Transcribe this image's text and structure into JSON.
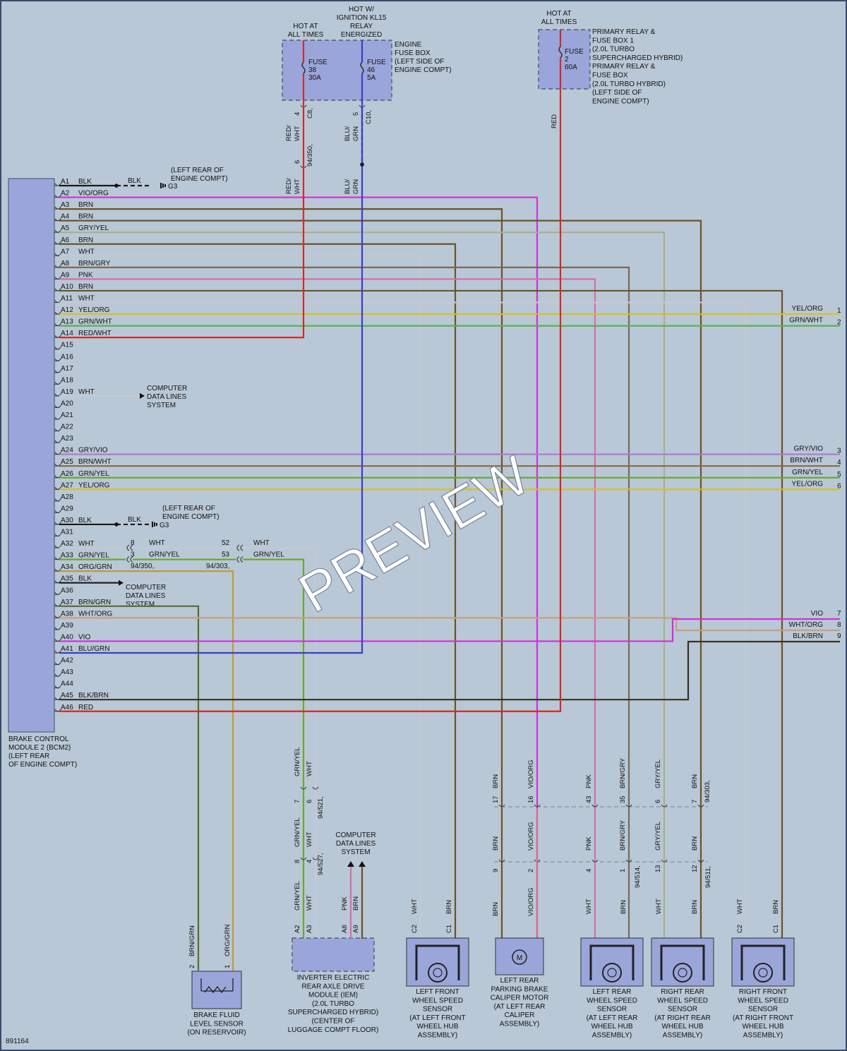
{
  "diagram_id": "891164",
  "watermark": "PREVIEW",
  "colors": {
    "BRN": "#6b5326",
    "BLK": "#1a1a1a",
    "RED": "#d42828",
    "WHT": "#c4c9d0",
    "PNK": "#d070a8",
    "VIO": "#d030d8",
    "GRYVIO": "#b07ad0",
    "BLUGRN": "#3d3dc8",
    "YELORG": "#d8c020",
    "GRNWHT": "#58b050",
    "GRNYEL": "#6aa832",
    "BRNWHT": "#8a6a40",
    "GRYYEL": "#a8b088",
    "WHTORG": "#c8a080",
    "BLKBRN": "#3a3020",
    "ORGGRN": "#c09a3a",
    "BRNGRN": "#5a6a2a",
    "VIOORG": "#d86a90",
    "BRNGRY": "#7a6a5a",
    "REDWHT": "#d44a4a"
  },
  "power": {
    "engine_box": {
      "hot_all_times": "HOT AT ALL TIMES",
      "hot_ign": [
        "HOT W/",
        "IGNITION KL15",
        "RELAY",
        "ENERGIZED"
      ],
      "fuse38": [
        "FUSE",
        "38",
        "30A"
      ],
      "fuse46": [
        "FUSE",
        "46",
        "5A"
      ],
      "label": [
        "ENGINE",
        "FUSE BOX",
        "(LEFT SIDE OF",
        "ENGINE COMPT)"
      ],
      "pin_c8": "4",
      "conn_c8": "C8,",
      "pin_c10": "5",
      "conn_c10": "C10,",
      "wire_redwht": [
        "RED/",
        "WHT"
      ],
      "wire_blugrn": [
        "BLU/",
        "GRN"
      ],
      "pin_94350": "6",
      "conn_94350": "94/350,"
    },
    "primary_box": {
      "hot_all_times": "HOT AT ALL TIMES",
      "fuse2": [
        "FUSE",
        "2",
        "60A"
      ],
      "label": [
        "PRIMARY RELAY &",
        "FUSE BOX 1",
        "(2.0L TURBO",
        "SUPERCHARGED HYBRID)",
        "PRIMARY RELAY &",
        "FUSE BOX",
        "(2.0L TURBO HYBRID)",
        "(LEFT SIDE OF",
        "ENGINE COMPT)"
      ],
      "wire_red": "RED"
    }
  },
  "bcm": {
    "label": [
      "BRAKE CONTROL",
      "MODULE 2 (BCM2)",
      "(LEFT REAR",
      "OF ENGINE COMPT)"
    ],
    "pins": [
      {
        "pin": "A1",
        "wire": "BLK"
      },
      {
        "pin": "A2",
        "wire": "VIO/ORG"
      },
      {
        "pin": "A3",
        "wire": "BRN"
      },
      {
        "pin": "A4",
        "wire": "BRN"
      },
      {
        "pin": "A5",
        "wire": "GRY/YEL"
      },
      {
        "pin": "A6",
        "wire": "BRN"
      },
      {
        "pin": "A7",
        "wire": "WHT"
      },
      {
        "pin": "A8",
        "wire": "BRN/GRY"
      },
      {
        "pin": "A9",
        "wire": "PNK"
      },
      {
        "pin": "A10",
        "wire": "BRN"
      },
      {
        "pin": "A11",
        "wire": "WHT"
      },
      {
        "pin": "A12",
        "wire": "YEL/ORG"
      },
      {
        "pin": "A13",
        "wire": "GRN/WHT"
      },
      {
        "pin": "A14",
        "wire": "RED/WHT"
      },
      {
        "pin": "A15",
        "wire": ""
      },
      {
        "pin": "A16",
        "wire": ""
      },
      {
        "pin": "A17",
        "wire": ""
      },
      {
        "pin": "A18",
        "wire": ""
      },
      {
        "pin": "A19",
        "wire": "WHT"
      },
      {
        "pin": "A20",
        "wire": ""
      },
      {
        "pin": "A21",
        "wire": ""
      },
      {
        "pin": "A22",
        "wire": ""
      },
      {
        "pin": "A23",
        "wire": ""
      },
      {
        "pin": "A24",
        "wire": "GRY/VIO"
      },
      {
        "pin": "A25",
        "wire": "BRN/WHT"
      },
      {
        "pin": "A26",
        "wire": "GRN/YEL"
      },
      {
        "pin": "A27",
        "wire": "YEL/ORG"
      },
      {
        "pin": "A28",
        "wire": ""
      },
      {
        "pin": "A29",
        "wire": ""
      },
      {
        "pin": "A30",
        "wire": "BLK"
      },
      {
        "pin": "A31",
        "wire": ""
      },
      {
        "pin": "A32",
        "wire": "WHT"
      },
      {
        "pin": "A33",
        "wire": "GRN/YEL"
      },
      {
        "pin": "A34",
        "wire": "ORG/GRN"
      },
      {
        "pin": "A35",
        "wire": "BLK"
      },
      {
        "pin": "A36",
        "wire": ""
      },
      {
        "pin": "A37",
        "wire": "BRN/GRN"
      },
      {
        "pin": "A38",
        "wire": "WHT/ORG"
      },
      {
        "pin": "A39",
        "wire": ""
      },
      {
        "pin": "A40",
        "wire": "VIO"
      },
      {
        "pin": "A41",
        "wire": "BLU/GRN"
      },
      {
        "pin": "A42",
        "wire": ""
      },
      {
        "pin": "A43",
        "wire": ""
      },
      {
        "pin": "A44",
        "wire": ""
      },
      {
        "pin": "A45",
        "wire": "BLK/BRN"
      },
      {
        "pin": "A46",
        "wire": "RED"
      }
    ]
  },
  "ground": {
    "wire": "BLK",
    "name": "G3",
    "label": [
      "(LEFT REAR OF",
      "ENGINE COMPT)"
    ]
  },
  "data_lines": [
    "COMPUTER",
    "DATA LINES",
    "SYSTEM"
  ],
  "offpage": [
    {
      "wire": "YEL/ORG",
      "num": "1"
    },
    {
      "wire": "GRN/WHT",
      "num": "2"
    },
    {
      "wire": "GRY/VIO",
      "num": "3"
    },
    {
      "wire": "BRN/WHT",
      "num": "4"
    },
    {
      "wire": "GRN/YEL",
      "num": "5"
    },
    {
      "wire": "YEL/ORG",
      "num": "6"
    },
    {
      "wire": "VIO",
      "num": "7"
    },
    {
      "wire": "WHT/ORG",
      "num": "8"
    },
    {
      "wire": "BLK/BRN",
      "num": "9"
    }
  ],
  "inline": {
    "a32_pin1": "8",
    "a33_pin1": "3",
    "a32_pin2": "52",
    "a33_pin2": "53",
    "a32_wire": "WHT",
    "a33_wire": "GRN/YEL",
    "conn1": "94/350,",
    "conn2": "94/303,"
  },
  "mid_connectors": {
    "row1": [
      {
        "pin": "7",
        "wire": "GRN/YEL"
      },
      {
        "pin": "6",
        "wire": "WHT"
      }
    ],
    "row1_conn": "94/521,",
    "row2": [
      {
        "pin": "8",
        "wire": "GRN/YEL"
      },
      {
        "pin": "4",
        "wire": "WHT"
      }
    ],
    "row2_conn": "94/527,",
    "row3": [
      {
        "pin": "17",
        "wire": "BRN"
      },
      {
        "pin": "16",
        "wire": "VIO/ORG"
      },
      {
        "pin": "43",
        "wire": "PNK"
      },
      {
        "pin": "35",
        "wire": "BRN/GRY"
      },
      {
        "pin": "6",
        "wire": "GRY/YEL"
      },
      {
        "pin": "7",
        "wire": "BRN"
      }
    ],
    "row3_conn": "94/303,",
    "row4": [
      {
        "pin": "9",
        "wire": "BRN"
      },
      {
        "pin": "2",
        "wire": "VIO/ORG"
      },
      {
        "pin": "4",
        "wire": "PNK"
      },
      {
        "pin": "1",
        "wire": "BRN/GRY"
      },
      {
        "pin": "13",
        "wire": "GRY/YEL"
      },
      {
        "pin": "12",
        "wire": "BRN"
      }
    ],
    "row4_conn_a": "94/514,",
    "row4_conn_b": "94/511,"
  },
  "components": {
    "brake_fluid": {
      "label": [
        "BRAKE FLUID",
        "LEVEL SENSOR",
        "(ON RESERVOIR)"
      ],
      "pins": [
        {
          "pin": "2",
          "wire": "BRN/GRN"
        },
        {
          "pin": "1",
          "wire": "ORG/GRN"
        }
      ]
    },
    "iem": {
      "label": [
        "INVERTER ELECTRIC",
        "REAR AXLE DRIVE",
        "MODULE (IEM)",
        "(2.0L TURBO",
        "SUPERCHARGED HYBRID)",
        "(CENTER OF",
        "LUGGAGE COMPT FLOOR)"
      ],
      "pins": [
        {
          "pin": "A2",
          "wire": "GRN/YEL"
        },
        {
          "pin": "A3",
          "wire": "WHT"
        },
        {
          "pin": "A8",
          "wire": "PNK"
        },
        {
          "pin": "A9",
          "wire": "BRN"
        }
      ]
    },
    "lf_sensor": {
      "label": [
        "LEFT FRONT",
        "WHEEL SPEED",
        "SENSOR",
        "(AT LEFT FRONT",
        "WHEEL HUB",
        "ASSEMBLY)"
      ],
      "pins": [
        {
          "pin": "C2",
          "wire": "WHT"
        },
        {
          "pin": "C1",
          "wire": "BRN"
        }
      ]
    },
    "lr_motor": {
      "label": [
        "LEFT REAR",
        "PARKING BRAKE",
        "CALIPER MOTOR",
        "(AT LEFT REAR",
        "CALIPER",
        "ASSEMBLY)"
      ],
      "pins": [
        {
          "pin": "",
          "wire": "BRN"
        },
        {
          "pin": "",
          "wire": "VIO/ORG"
        }
      ],
      "symbol": "M"
    },
    "lr_sensor": {
      "label": [
        "LEFT REAR",
        "WHEEL SPEED",
        "SENSOR",
        "(AT LEFT REAR",
        "WHEEL HUB",
        "ASSEMBLY)"
      ],
      "pins": [
        {
          "pin": "",
          "wire": "WHT"
        },
        {
          "pin": "",
          "wire": "BRN"
        }
      ]
    },
    "rr_sensor": {
      "label": [
        "RIGHT REAR",
        "WHEEL SPEED",
        "SENSOR",
        "(AT RIGHT REAR",
        "WHEEL HUB",
        "ASSEMBLY)"
      ],
      "pins": [
        {
          "pin": "",
          "wire": "WHT"
        },
        {
          "pin": "",
          "wire": "BRN"
        }
      ]
    },
    "rf_sensor": {
      "label": [
        "RIGHT FRONT",
        "WHEEL SPEED",
        "SENSOR",
        "(AT RIGHT FRONT",
        "WHEEL HUB",
        "ASSEMBLY)"
      ],
      "pins": [
        {
          "pin": "C2",
          "wire": "WHT"
        },
        {
          "pin": "C1",
          "wire": "BRN"
        }
      ]
    }
  }
}
